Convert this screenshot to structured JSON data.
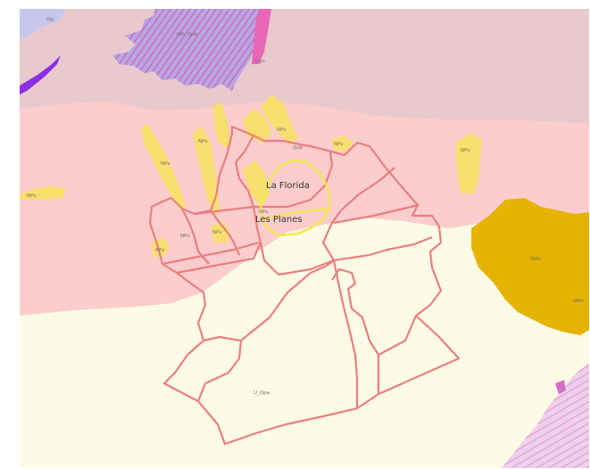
{
  "map": {
    "colors": {
      "water": "#c7c7ee",
      "upper_zone": "#e8c9cd",
      "mid_zone": "#fbcdcd",
      "low_plain": "#fdfbe6",
      "hatched_unit": "#b7a6e6",
      "hatch_lines": "#d25aa5",
      "magenta_unit": "#ea66b7",
      "violet_unit": "#8c2ee6",
      "yellow_unit": "#f9df6e",
      "ochre_unit": "#e6b300",
      "pink_unit_se": "#eed0ea",
      "pink_unit_se_lines": "#d56fc6",
      "boundary_lines": "#ea7f7f",
      "area_outline": "#f2ea4c"
    },
    "unit_labels": {
      "qg": "Qg",
      "qpb_top": "NPi_Qpb",
      "cgn": "Cgn",
      "npv_west": "NPv",
      "npv_1": "NPv",
      "npv_2": "NPv",
      "npv_3": "NPv",
      "npv_4": "NPv",
      "npv_5": "NPv",
      "npv_6": "NPv",
      "npv_7": "NPv",
      "npv_8": "NPv",
      "npv_east": "NPv",
      "qpb_mid": "Qpb",
      "nmv_1": "NMv",
      "nmv_2": "NMv",
      "u_qpa": "U_Qpa"
    },
    "places": {
      "la_florida": "La Florida",
      "les_planes": "Les Planes"
    }
  }
}
